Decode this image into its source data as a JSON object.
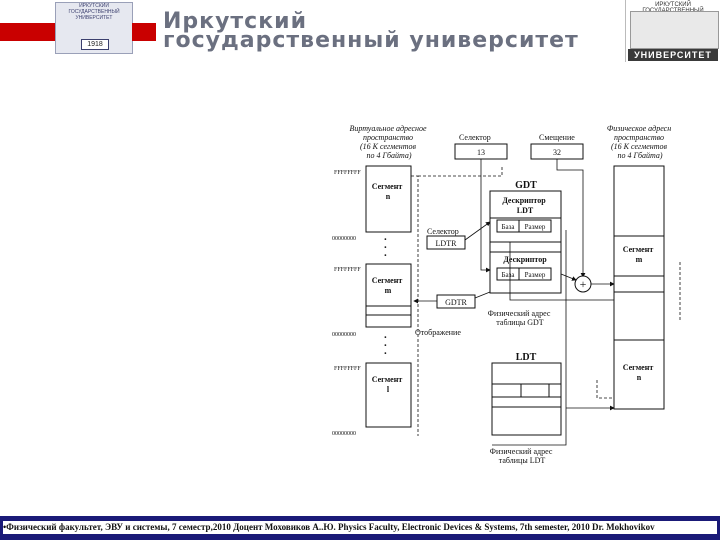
{
  "header": {
    "seal_text": "ИРКУТСКИЙ ГОСУДАРСТВЕННЫЙ УНИВЕРСИТЕТ",
    "seal_year": "1918",
    "title_line1": "Иркутский",
    "title_line2": "государственный университет",
    "right_logo_top": "ИРКУТСКИЙ ГОСУДАРСТВЕННЫЙ",
    "right_logo_bottom": "УНИВЕРСИТЕТ"
  },
  "diagram": {
    "virtual_space_label": [
      "Виртуальное адресное",
      "пространство",
      "(16 К сегментов",
      "по 4 Гбайта)"
    ],
    "physical_space_label": [
      "Физическое адресн",
      "пространство",
      "(16 К сегментов",
      "по 4 Гбайта)"
    ],
    "selector_label": "Селектор",
    "selector_value": "13",
    "offset_label": "Смещение",
    "offset_value": "32",
    "addr_high": "FFFFFFFF",
    "addr_low": "00000000",
    "segment_n": [
      "Сегмент",
      "n"
    ],
    "segment_m": [
      "Сегмент",
      "m"
    ],
    "segment_l": [
      "Сегмент",
      "l"
    ],
    "gdt_title": "GDT",
    "ldt_descriptor": [
      "Дескриптор",
      "LDT"
    ],
    "base_label": "База",
    "size_label": "Размер",
    "descriptor_label": "Дескриптор",
    "selector_ldtr_label": "Селектор",
    "ldtr": "LDTR",
    "gdtr": "GDTR",
    "gdt_phys_addr": [
      "Физический адрес",
      "таблицы GDT"
    ],
    "mapping_label": "Отображение",
    "ldt_title": "LDT",
    "ldt_phys_addr": [
      "Физический адрес",
      "таблицы LDT"
    ],
    "plus_sign": "+",
    "ellipsis_dot": "."
  },
  "footer": {
    "text": "•Физический факультет, ЭВУ и системы, 7 семестр,2010 Доцент Моховиков А..Ю.     Physics Faculty, Electronic Devices & Systems, 7th semester, 2010   Dr. Mokhovikov"
  }
}
